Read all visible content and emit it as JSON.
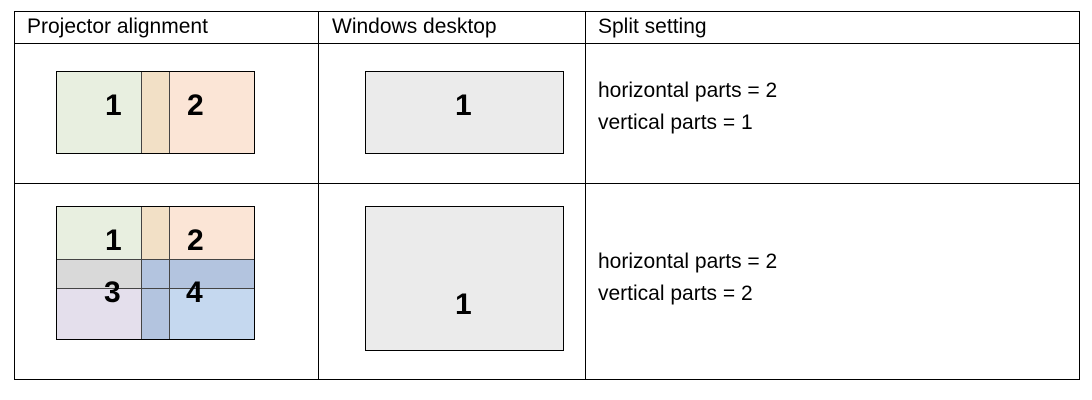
{
  "headers": {
    "col1": "Projector alignment",
    "col2": "Windows desktop",
    "col3": "Split setting"
  },
  "rows": [
    {
      "projector_numbers": [
        "1",
        "2"
      ],
      "desktop_number": "1",
      "split": {
        "horizontal": "horizontal parts = 2",
        "vertical": "vertical parts = 1"
      }
    },
    {
      "projector_numbers": [
        "1",
        "2",
        "3",
        "4"
      ],
      "desktop_number": "1",
      "split": {
        "horizontal": "horizontal parts = 2",
        "vertical": "vertical parts = 2"
      }
    }
  ],
  "colors": {
    "green": "#e8efe0",
    "peach": "#fbe5d6",
    "overlap": "#f2e0c6",
    "grey": "#d9d9d9",
    "lavender": "#e4dfec",
    "blue": "#c5d8ef",
    "blue_overlap": "#b3c4df",
    "desktop": "#ebebeb"
  }
}
